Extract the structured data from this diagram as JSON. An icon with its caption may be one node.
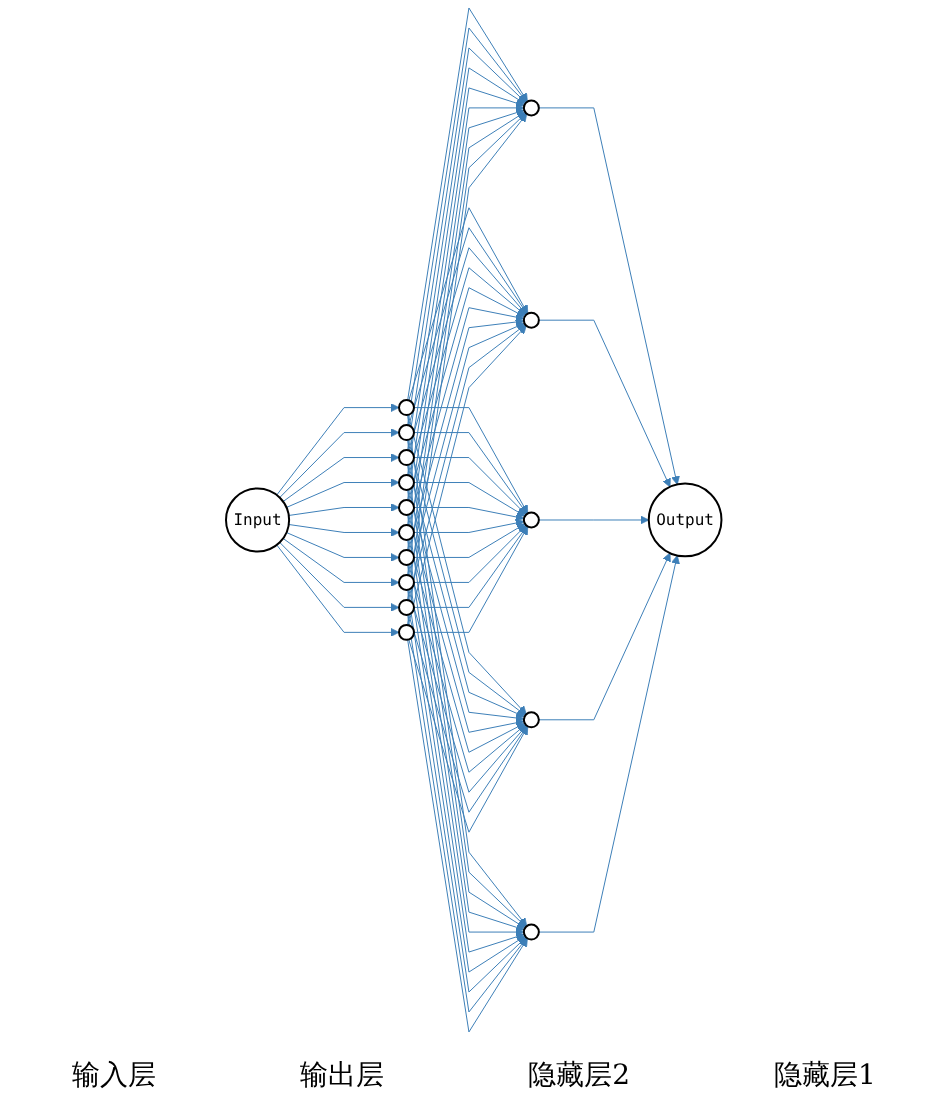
{
  "diagram": {
    "nodes": [
      {
        "text": [
          "Input"
        ]
      },
      {
        "text": [],
        "shape": "circle"
      },
      {
        "text": [],
        "shape": "circle"
      },
      {
        "text": [],
        "shape": "circle"
      },
      {
        "text": [],
        "shape": "circle"
      },
      {
        "text": [],
        "shape": "circle"
      },
      {
        "text": [],
        "shape": "circle"
      },
      {
        "text": [],
        "shape": "circle"
      },
      {
        "text": [],
        "shape": "circle"
      },
      {
        "text": [],
        "shape": "circle"
      },
      {
        "text": [],
        "shape": "circle"
      },
      {
        "text": [],
        "shape": "circle"
      },
      {
        "text": [],
        "shape": "circle"
      },
      {
        "text": [],
        "shape": "circle"
      },
      {
        "text": [],
        "shape": "circle"
      },
      {
        "text": [],
        "shape": "circle"
      },
      {
        "text": [
          "Output"
        ]
      }
    ],
    "edges": [
      {
        "from": 0,
        "to": 1,
        "arrow": "to"
      },
      {
        "from": 0,
        "to": 2,
        "arrow": "to"
      },
      {
        "from": 0,
        "to": 3,
        "arrow": "to"
      },
      {
        "from": 0,
        "to": 4,
        "arrow": "to"
      },
      {
        "from": 0,
        "to": 5,
        "arrow": "to"
      },
      {
        "from": 0,
        "to": 6,
        "arrow": "to"
      },
      {
        "from": 0,
        "to": 7,
        "arrow": "to"
      },
      {
        "from": 0,
        "to": 8,
        "arrow": "to"
      },
      {
        "from": 0,
        "to": 9,
        "arrow": "to"
      },
      {
        "from": 0,
        "to": 10,
        "arrow": "to"
      },
      {
        "from": 1,
        "to": 11,
        "arrow": "to"
      },
      {
        "from": 1,
        "to": 12,
        "arrow": "to"
      },
      {
        "from": 1,
        "to": 13,
        "arrow": "to"
      },
      {
        "from": 1,
        "to": 14,
        "arrow": "to"
      },
      {
        "from": 1,
        "to": 15,
        "arrow": "to"
      },
      {
        "from": 2,
        "to": 11,
        "arrow": "to"
      },
      {
        "from": 2,
        "to": 12,
        "arrow": "to"
      },
      {
        "from": 2,
        "to": 13,
        "arrow": "to"
      },
      {
        "from": 2,
        "to": 14,
        "arrow": "to"
      },
      {
        "from": 2,
        "to": 15,
        "arrow": "to"
      },
      {
        "from": 3,
        "to": 11,
        "arrow": "to"
      },
      {
        "from": 3,
        "to": 12,
        "arrow": "to"
      },
      {
        "from": 3,
        "to": 13,
        "arrow": "to"
      },
      {
        "from": 3,
        "to": 14,
        "arrow": "to"
      },
      {
        "from": 3,
        "to": 15,
        "arrow": "to"
      },
      {
        "from": 4,
        "to": 11,
        "arrow": "to"
      },
      {
        "from": 4,
        "to": 12,
        "arrow": "to"
      },
      {
        "from": 4,
        "to": 13,
        "arrow": "to"
      },
      {
        "from": 4,
        "to": 14,
        "arrow": "to"
      },
      {
        "from": 4,
        "to": 15,
        "arrow": "to"
      },
      {
        "from": 5,
        "to": 11,
        "arrow": "to"
      },
      {
        "from": 5,
        "to": 12,
        "arrow": "to"
      },
      {
        "from": 5,
        "to": 13,
        "arrow": "to"
      },
      {
        "from": 5,
        "to": 14,
        "arrow": "to"
      },
      {
        "from": 5,
        "to": 15,
        "arrow": "to"
      },
      {
        "from": 6,
        "to": 11,
        "arrow": "to"
      },
      {
        "from": 6,
        "to": 12,
        "arrow": "to"
      },
      {
        "from": 6,
        "to": 13,
        "arrow": "to"
      },
      {
        "from": 6,
        "to": 14,
        "arrow": "to"
      },
      {
        "from": 6,
        "to": 15,
        "arrow": "to"
      },
      {
        "from": 7,
        "to": 11,
        "arrow": "to"
      },
      {
        "from": 7,
        "to": 12,
        "arrow": "to"
      },
      {
        "from": 7,
        "to": 13,
        "arrow": "to"
      },
      {
        "from": 7,
        "to": 14,
        "arrow": "to"
      },
      {
        "from": 7,
        "to": 15,
        "arrow": "to"
      },
      {
        "from": 8,
        "to": 11,
        "arrow": "to"
      },
      {
        "from": 8,
        "to": 12,
        "arrow": "to"
      },
      {
        "from": 8,
        "to": 13,
        "arrow": "to"
      },
      {
        "from": 8,
        "to": 14,
        "arrow": "to"
      },
      {
        "from": 8,
        "to": 15,
        "arrow": "to"
      },
      {
        "from": 9,
        "to": 11,
        "arrow": "to"
      },
      {
        "from": 9,
        "to": 12,
        "arrow": "to"
      },
      {
        "from": 9,
        "to": 13,
        "arrow": "to"
      },
      {
        "from": 9,
        "to": 14,
        "arrow": "to"
      },
      {
        "from": 9,
        "to": 15,
        "arrow": "to"
      },
      {
        "from": 10,
        "to": 11,
        "arrow": "to"
      },
      {
        "from": 10,
        "to": 12,
        "arrow": "to"
      },
      {
        "from": 10,
        "to": 13,
        "arrow": "to"
      },
      {
        "from": 10,
        "to": 14,
        "arrow": "to"
      },
      {
        "from": 10,
        "to": 15,
        "arrow": "to"
      },
      {
        "from": 11,
        "to": 16,
        "arrow": "to"
      },
      {
        "from": 12,
        "to": 16,
        "arrow": "to"
      },
      {
        "from": 13,
        "to": 16,
        "arrow": "to"
      },
      {
        "from": 14,
        "to": 16,
        "arrow": "to"
      },
      {
        "from": 15,
        "to": 16,
        "arrow": "to"
      }
    ],
    "labels": [
      "输入层",
      "输出层",
      "隐藏层2",
      "隐藏层1"
    ]
  }
}
